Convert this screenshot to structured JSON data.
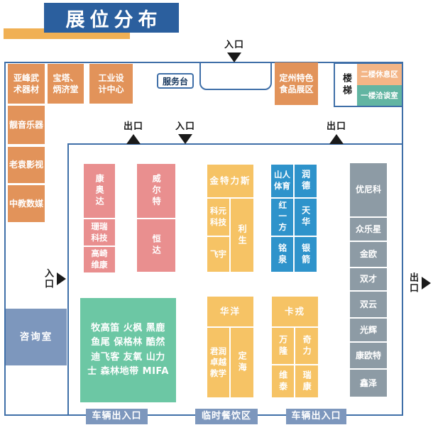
{
  "title": "展位分布",
  "colors": {
    "banner_blue": "#2b5f9e",
    "accent_orange": "#f0b054",
    "wall_blue": "#3f6fa8",
    "booth_orange": "#e2935a",
    "booth_pink": "#e98f8f",
    "booth_yellow": "#f6c365",
    "booth_blue": "#2e93cb",
    "booth_gray": "#8d9ba5",
    "booth_teal": "#6cc7a4",
    "room_slate": "#7d97bd",
    "rest_area_orange": "#f3b586",
    "meeting_room_teal": "#62b5a2"
  },
  "gates": {
    "top_entrance": "入口",
    "corridor_exit_left": "出口",
    "corridor_entrance": "入口",
    "corridor_exit_right": "出口",
    "left_entrance": "入口",
    "right_exit": "出口"
  },
  "service_desk": "服务台",
  "top_row": [
    "亚峰武\n术器材",
    "宝塔、\n炳济堂",
    "工业设\n计中心"
  ],
  "left_column": [
    "靓音乐器",
    "老袁影视",
    "中教数媒"
  ],
  "food_zone": "定州特色\n食品展区",
  "stairs": {
    "label": "楼梯",
    "upper": "二楼休息区",
    "lower": "一楼洽谈室"
  },
  "consult_room": "咨询室",
  "pink_zone": {
    "col1": [
      "康奥达",
      "珊瑞\n科技",
      "高崎\n维康"
    ],
    "col2": [
      "威尔特",
      "恒达"
    ]
  },
  "yellow_zone_a": {
    "header": "金特力斯",
    "cells": [
      "科元\n科技",
      "飞宇",
      "利生"
    ]
  },
  "blue_zone": {
    "left": [
      "山人\n体育",
      "红一方",
      "铭泉"
    ],
    "right": [
      "润德",
      "天华",
      "银箭"
    ]
  },
  "gray_column": [
    "优尼科",
    "众乐星",
    "金欧",
    "双才",
    "双云",
    "光辉",
    "康欧特",
    "鑫泽"
  ],
  "teal_zone": "牧高笛 火枫 黑鹿\n鱼尾 保格林 酷然\n迪飞客 友氧 山力\n士 森林地带 MIFA",
  "yellow_zone_b": {
    "header": "华洋",
    "cells": [
      "君润\n卓越\n教学",
      "定海"
    ]
  },
  "yellow_zone_c": {
    "header": "卡戎",
    "cells": [
      "万隆",
      "奇力",
      "维泰",
      "瑞康"
    ]
  },
  "bottom_labels": [
    "车辆出入口",
    "临时餐饮区",
    "车辆出入口"
  ]
}
